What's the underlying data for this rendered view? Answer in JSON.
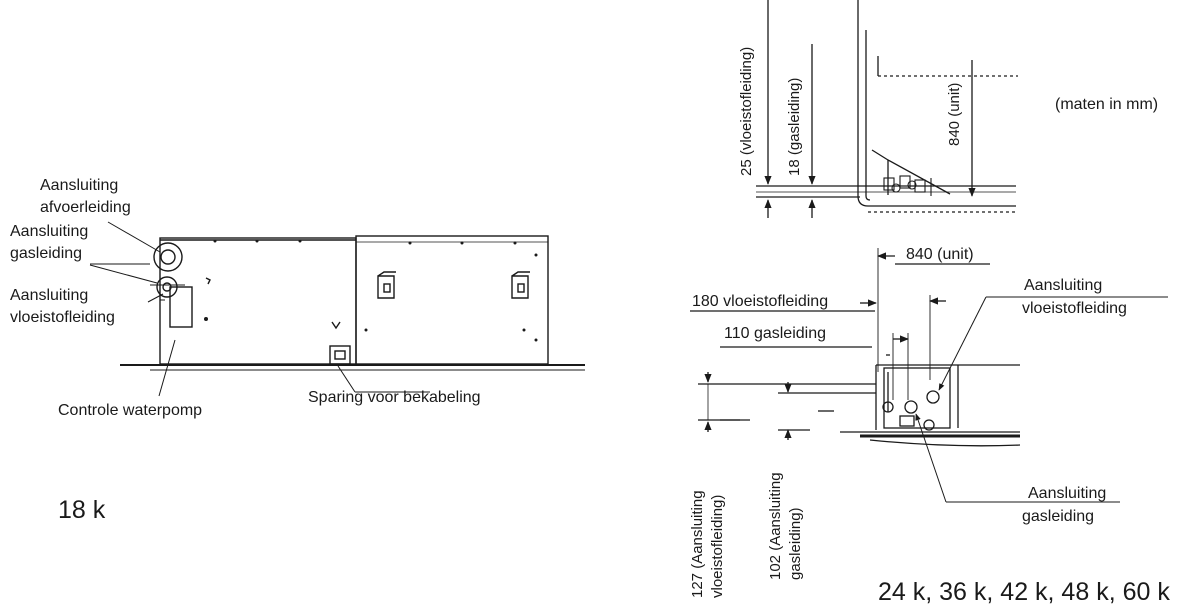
{
  "left_figure": {
    "labels": {
      "drain_connection": [
        "Aansluiting",
        "afvoerleiding"
      ],
      "gas_connection": [
        "Aansluiting",
        "gasleiding"
      ],
      "liquid_connection": [
        "Aansluiting",
        "vloeistofleiding"
      ],
      "pump_check": "Controle waterpomp",
      "cable_opening": "Sparing voor bekabeling"
    },
    "model": "18 k"
  },
  "right_figure": {
    "units_note": "(maten in mm)",
    "top_view": {
      "dim_liquid": "25 (vloeistofleiding)",
      "dim_gas": "18 (gasleiding)",
      "dim_unit": "840 (unit)"
    },
    "side_view": {
      "dim_unit": "840 (unit)",
      "dim_liquid_h": "180 vloeistofleiding",
      "dim_gas_h": "110 gasleiding",
      "liquid_connection": [
        "Aansluiting",
        "vloeistofleiding"
      ],
      "gas_connection": [
        "Aansluiting",
        "gasleiding"
      ],
      "dim_liquid_v": [
        "127 (Aansluiting",
        "vloeistofleiding)"
      ],
      "dim_gas_v": [
        "102 (Aansluiting",
        "gasleiding)"
      ]
    },
    "models": "24 k, 36 k, 42 k, 48 k, 60 k"
  }
}
